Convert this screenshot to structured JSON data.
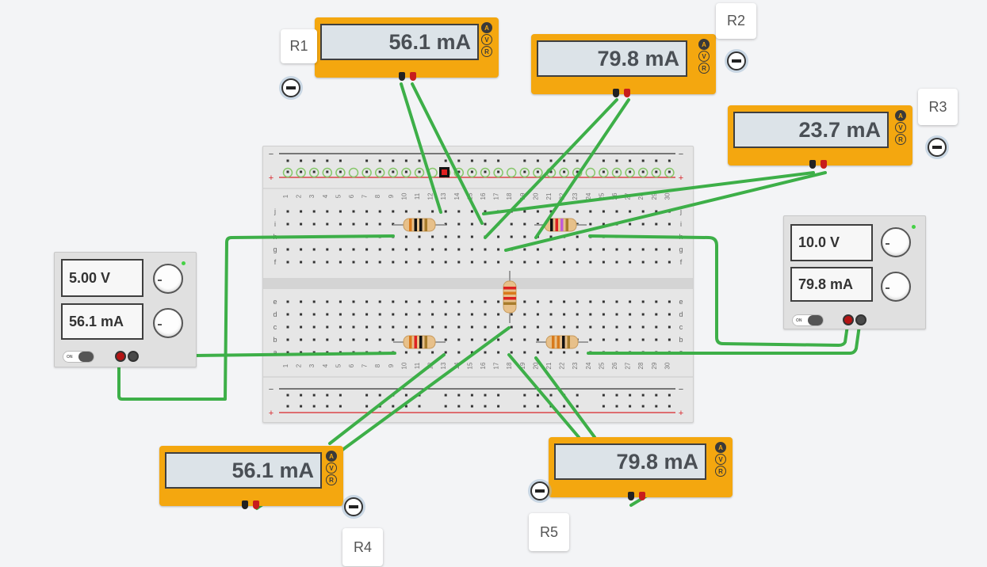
{
  "meters": {
    "m1": {
      "reading": "56.1 mA",
      "modes": [
        "A",
        "V",
        "R"
      ],
      "active_mode": "A"
    },
    "m2": {
      "reading": "79.8 mA",
      "modes": [
        "A",
        "V",
        "R"
      ],
      "active_mode": "A"
    },
    "m3": {
      "reading": "23.7 mA",
      "modes": [
        "A",
        "V",
        "R"
      ],
      "active_mode": "A"
    },
    "m4": {
      "reading": "56.1 mA",
      "modes": [
        "A",
        "V",
        "R"
      ],
      "active_mode": "A"
    },
    "m5": {
      "reading": "79.8 mA",
      "modes": [
        "A",
        "V",
        "R"
      ],
      "active_mode": "A"
    }
  },
  "labels": {
    "r1": "R1",
    "r2": "R2",
    "r3": "R3",
    "r4": "R4",
    "r5": "R5"
  },
  "power_supplies": {
    "left": {
      "voltage": "5.00 V",
      "current": "56.1 mA",
      "switch_label": "ON"
    },
    "right": {
      "voltage": "10.0 V",
      "current": "79.8 mA",
      "switch_label": "ON"
    }
  },
  "breadboard": {
    "columns": 30,
    "top_rows": [
      "j",
      "i",
      "h",
      "g",
      "f"
    ],
    "bottom_rows": [
      "e",
      "d",
      "c",
      "b",
      "a"
    ],
    "rail_minus": "−",
    "rail_plus": "+"
  },
  "colors": {
    "meter_body": "#f4a70f",
    "meter_screen": "#dce3e8",
    "wire": "#3daf48",
    "rail_red": "#d9252a",
    "rail_black": "#333333",
    "probe_red": "#c71d1d",
    "probe_black": "#222222",
    "psu_led": "#45d145"
  }
}
